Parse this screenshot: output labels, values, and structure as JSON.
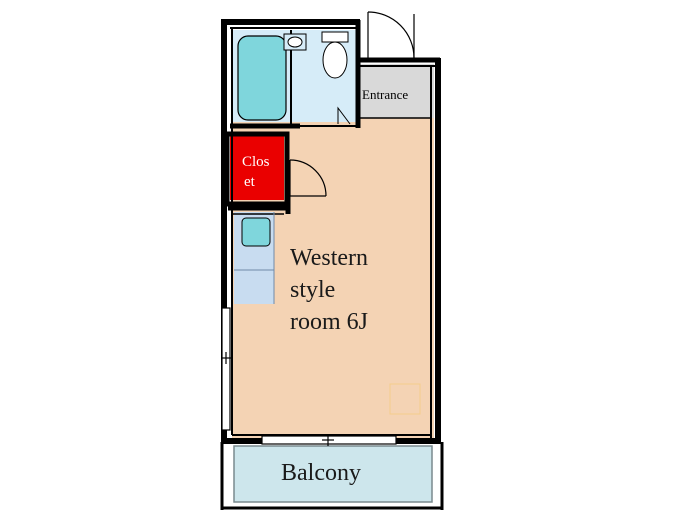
{
  "floorplan": {
    "rooms": {
      "western_room": {
        "line1": "Western",
        "line2": "style",
        "line3": "room 6J"
      },
      "closet": {
        "line1": "Clos",
        "line2": "et"
      },
      "entrance": {
        "label": "Entrance"
      },
      "balcony": {
        "label": "Balcony"
      }
    },
    "colors": {
      "wall": "#000000",
      "western_room": "#f4d3b4",
      "closet": "#ea0000",
      "entrance": "#d9d9d9",
      "balcony": "#cde6ec",
      "bath": "#d6ecf8",
      "fixture": "#7fd6dc",
      "kitchen": "#c8dcf0"
    }
  }
}
